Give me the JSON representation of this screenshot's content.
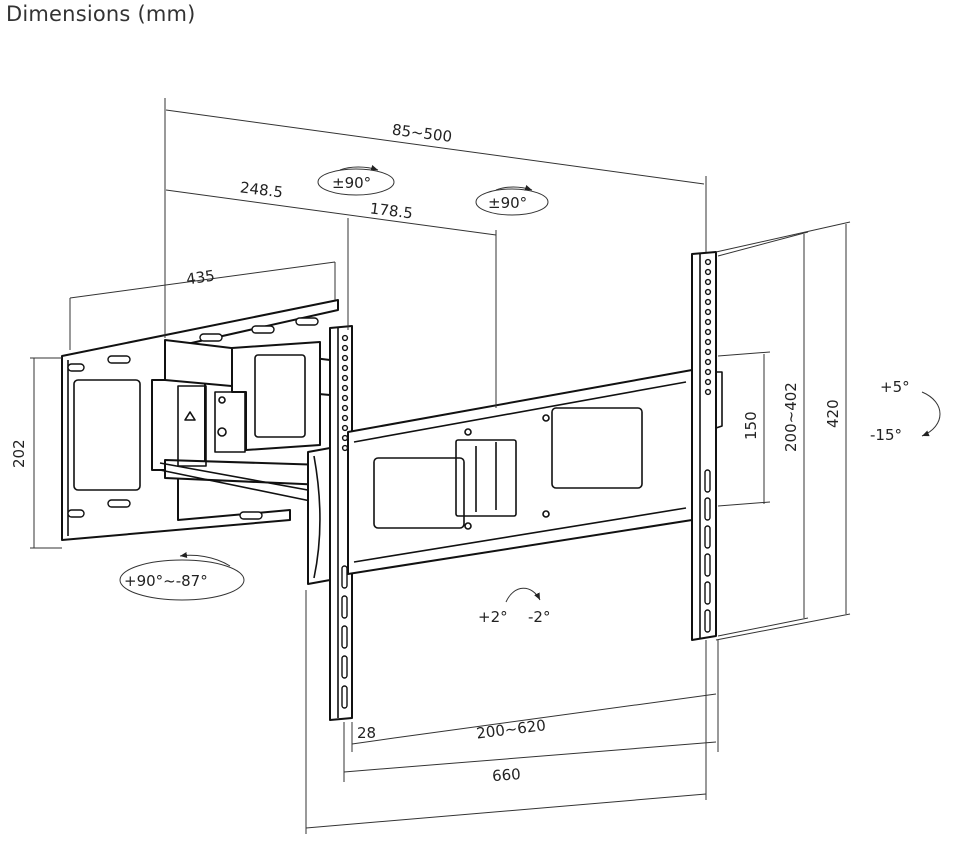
{
  "title": "Dimensions (mm)",
  "dimensions": {
    "overall_depth": "85~500",
    "arm_segment_1": "248.5",
    "arm_segment_2": "178.5",
    "wall_plate_width": "435",
    "wall_plate_height": "202",
    "vesa_vertical_min": "150",
    "vesa_vertical_range": "200~402",
    "bracket_height": "420",
    "rail_offset": "28",
    "vesa_horizontal_range": "200~620",
    "bracket_width": "660"
  },
  "rotations": {
    "swivel_arm_1": "±90°",
    "swivel_arm_2": "±90°",
    "tilt_up": "+5°",
    "tilt_down": "-15°",
    "swivel_wall": "+90°~-87°",
    "level_plus": "+2°",
    "level_minus": "-2°"
  },
  "icons": {
    "arrow": "curved-arrow-icon"
  }
}
